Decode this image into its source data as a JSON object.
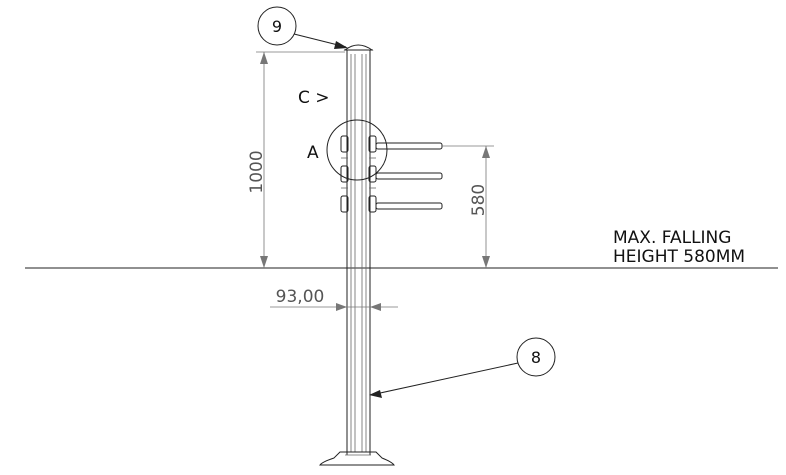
{
  "dimensions": {
    "total_height": "1000",
    "fall_height": "580",
    "post_width": "93,00"
  },
  "note": {
    "line1": "MAX. FALLING",
    "line2": "HEIGHT 580MM"
  },
  "balloons": {
    "cap": "9",
    "post": "8"
  },
  "views": {
    "section_c": "C >",
    "detail_a": "A"
  }
}
